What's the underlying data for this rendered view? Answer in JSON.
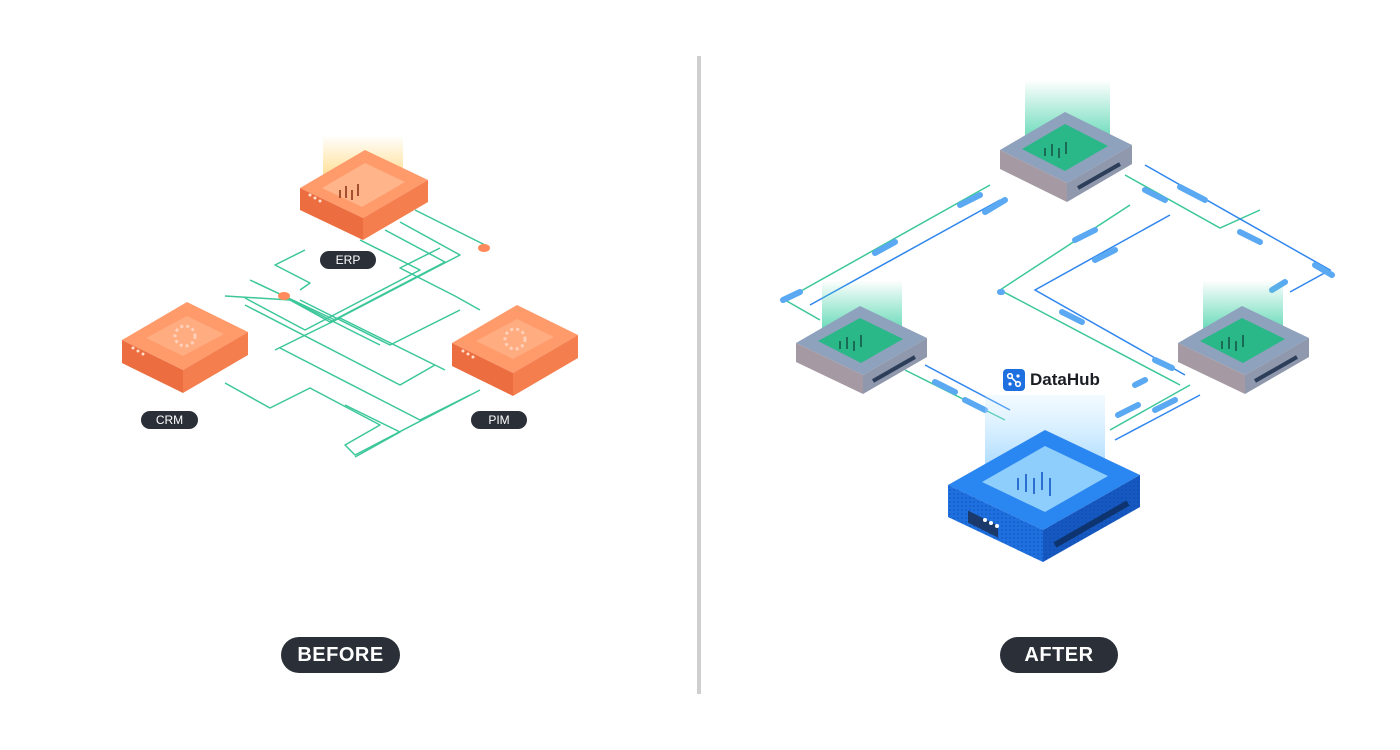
{
  "before": {
    "label": "BEFORE",
    "systems": [
      {
        "name": "ERP"
      },
      {
        "name": "CRM"
      },
      {
        "name": "PIM"
      }
    ],
    "colors": {
      "device": "#ff8a5b",
      "device_dark": "#e96a3d",
      "device_light": "#ffb08b",
      "wire": "#3cc79a",
      "tag_bg": "#2a2f38"
    }
  },
  "after": {
    "label": "AFTER",
    "hub": {
      "brand_name": "DataHub",
      "icon": "datahub-logo-icon"
    },
    "colors": {
      "device_top": "#8ea1bd",
      "device_side": "#a59aa3",
      "screen": "#34c9a0",
      "hub": "#1e6fe0",
      "hub_dark": "#0f4fb0",
      "wire": "#2f86ee",
      "pulse": "#5aa9f2"
    }
  },
  "divider": {
    "color": "#cfcfcf"
  }
}
